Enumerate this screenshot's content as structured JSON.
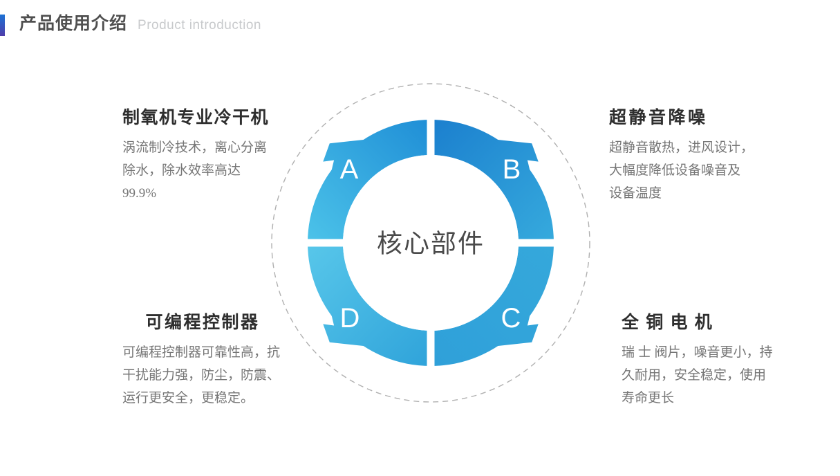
{
  "slide": {
    "title_cn": "产品使用介绍",
    "title_en": "Product introduction",
    "accent_bar": {
      "top": "#1C72D4",
      "bottom": "#4F3DAA"
    }
  },
  "diagram": {
    "center_label": "核心部件",
    "ring_labels": [
      "A",
      "B",
      "C",
      "D"
    ],
    "dashed_circle_color": "#b0b0b0",
    "segments": [
      {
        "label": "A",
        "from": "#4CC3E9",
        "to": "#1F8ED6"
      },
      {
        "label": "B",
        "from": "#1B7FCE",
        "to": "#36AADD"
      },
      {
        "label": "C",
        "from": "#35A8DB",
        "to": "#2FA0D9"
      },
      {
        "label": "D",
        "from": "#2FA3DA",
        "to": "#58C7EA"
      }
    ]
  },
  "features": [
    {
      "id": "A",
      "position": "top-left",
      "title": "制氧机专业冷干机",
      "lines": [
        "涡流制冷技术，离心分离",
        "除水，除水效率高达",
        "99.9%"
      ]
    },
    {
      "id": "B",
      "position": "top-right",
      "title": "超静音降噪",
      "lines": [
        "超静音散热，进风设计，",
        "大幅度降低设备噪音及",
        "设备温度"
      ]
    },
    {
      "id": "C",
      "position": "bottom-right",
      "title": "全 铜 电 机",
      "lines": [
        "瑞 士 阀片，噪音更小，持",
        "久耐用，安全稳定，使用",
        "寿命更长"
      ]
    },
    {
      "id": "D",
      "position": "bottom-left",
      "title": "可编程控制器",
      "lines": [
        "可编程控制器可靠性高，抗",
        "干扰能力强，防尘，防震、",
        "运行更安全，更稳定。"
      ]
    }
  ]
}
